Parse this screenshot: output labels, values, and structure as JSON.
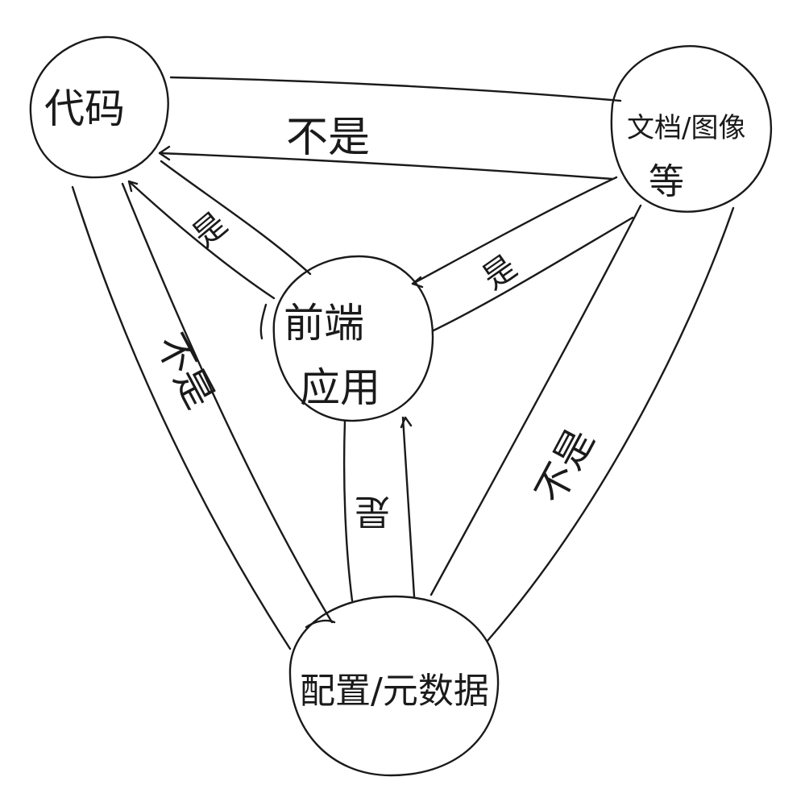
{
  "nodes": {
    "code": {
      "label": "代码"
    },
    "docs_line1": {
      "label": "文档/图像"
    },
    "docs_line2": {
      "label": "等"
    },
    "frontend_line1": {
      "label": "前端"
    },
    "frontend_line2": {
      "label": "应用"
    },
    "config": {
      "label": "配置/元数据"
    }
  },
  "edges": {
    "docs_to_code": {
      "label": "不是"
    },
    "frontend_to_code": {
      "label": "是"
    },
    "frontend_to_docs": {
      "label": "是"
    },
    "config_to_code": {
      "label": "不是"
    },
    "config_to_frontend": {
      "label": "是"
    },
    "config_to_docs": {
      "label": "不是"
    }
  },
  "colors": {
    "ink": "#1a1a1a",
    "background": "#ffffff"
  }
}
